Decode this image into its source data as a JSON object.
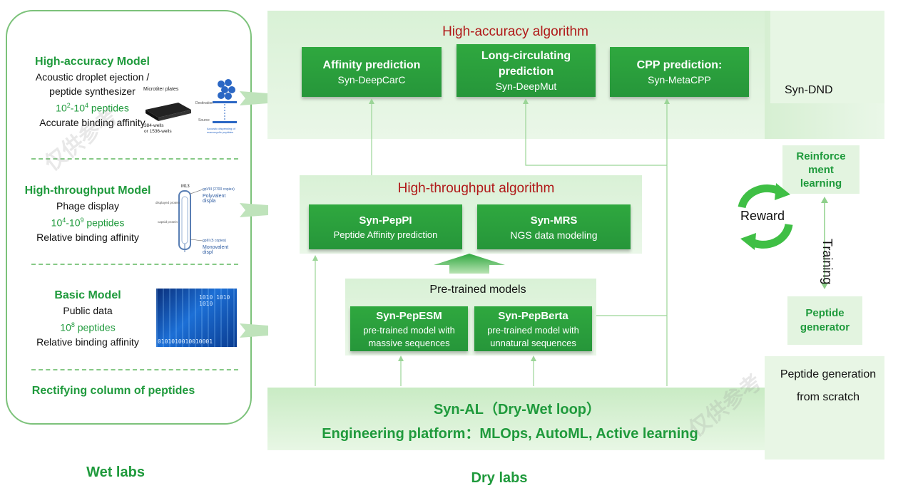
{
  "wet": {
    "high_accuracy": {
      "title": "High-accuracy Model",
      "line1": "Acoustic droplet ejection /",
      "line2": "peptide synthesizer",
      "range_a": "10",
      "exp_a": "2",
      "range_b": "-10",
      "exp_b": "4",
      "range_suffix": " peptides",
      "line4": "Accurate binding affinity",
      "img_label1": "Microtiter plates",
      "img_label2": "384-wells",
      "img_label3": "or 1536-wells",
      "img_label4": "Destination",
      "img_label5": "Source",
      "img_label6": "Acoustic dispensing of macrocyclic peptides"
    },
    "high_throughput": {
      "title": "High-throughput Model",
      "line1": "Phage display",
      "range_a": "10",
      "exp_a": "4",
      "range_b": "-10",
      "exp_b": "9",
      "range_suffix": " peptides",
      "line3": "Relative binding affinity",
      "img_label1": "M13",
      "img_label2": "gpVIII (2700 copies)",
      "img_label3": "Polyvalent displa",
      "img_label4": "displayed protein",
      "img_label5": "capsid protein",
      "img_label6": "gpIII (5 copies)",
      "img_label7": "Monovalent displ"
    },
    "basic": {
      "title": "Basic Model",
      "line1": "Public data",
      "range_a": "10",
      "exp_a": "8",
      "range_suffix": " peptides",
      "line3": "Relative binding affinity",
      "img_bits1": "1010 1010 1010",
      "img_bits2": "0101010010010001"
    },
    "rectifying": "Rectifying column of peptides",
    "footer": "Wet labs"
  },
  "dry": {
    "high_accuracy_title": "High-accuracy algorithm",
    "boxes_top": [
      {
        "title": "Affinity prediction",
        "sub": "Syn-DeepCarC"
      },
      {
        "title": "Long-circulating",
        "title2": "prediction",
        "sub": "Syn-DeepMut"
      },
      {
        "title": "CPP prediction:",
        "sub": "Syn-MetaCPP"
      }
    ],
    "syn_dnd": "Syn-DND",
    "high_throughput_title": "High-throughput algorithm",
    "boxes_mid": [
      {
        "title": "Syn-PepPI",
        "sub": "Peptide Affinity prediction"
      },
      {
        "title": "Syn-MRS",
        "sub": "NGS data modeling"
      }
    ],
    "pretrained_title": "Pre-trained models",
    "boxes_pre": [
      {
        "title": "Syn-PepESM",
        "sub1": "pre-trained model with",
        "sub2": "massive sequences"
      },
      {
        "title": "Syn-PepBerta",
        "sub1": "pre-trained model with",
        "sub2": "unnatural sequences"
      }
    ],
    "synal_line1": "Syn-AL（Dry-Wet loop）",
    "synal_line2": "Engineering platform：MLOps, AutoML, Active learning",
    "footer": "Dry labs"
  },
  "right": {
    "reinforcement": [
      "Reinforce",
      "ment",
      "learning"
    ],
    "reward": "Reward",
    "training": "Training",
    "generator": [
      "Peptide",
      "generator"
    ],
    "generation": [
      "Peptide generation",
      "from scratch"
    ]
  },
  "watermark": "仅供参考",
  "colors": {
    "green": "#1f9a3c",
    "box_green": "#2aa03c",
    "algo_red": "#b01818",
    "light_bg": "#e3f4e0"
  }
}
